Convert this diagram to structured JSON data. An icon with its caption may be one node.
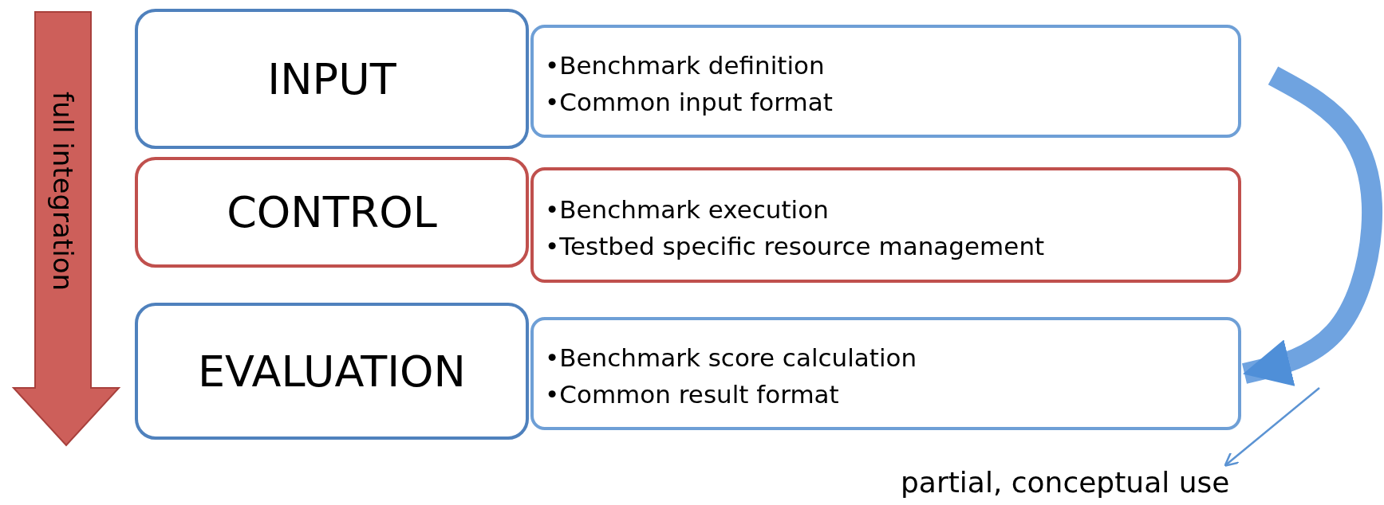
{
  "diagram": {
    "nodes": [
      {
        "text": [
          "INPUT"
        ]
      },
      {
        "text": [
          "•Benchmark definition",
          "•Common input format"
        ]
      },
      {
        "text": [
          "CONTROL"
        ]
      },
      {
        "text": [
          "•Benchmark execution",
          "•Testbed specific resource management"
        ]
      },
      {
        "text": [
          "EVALUATION"
        ]
      },
      {
        "text": [
          "•Benchmark score calculation",
          "•Common result format"
        ]
      },
      {
        "text": [
          "partial, conceptual use"
        ]
      }
    ],
    "edges": [
      {
        "from": 1,
        "to": 5,
        "arrow": "to",
        "style": "thick"
      },
      {
        "from": null,
        "to": 6,
        "arrow": "to"
      }
    ],
    "labels": [
      "full integration"
    ]
  }
}
